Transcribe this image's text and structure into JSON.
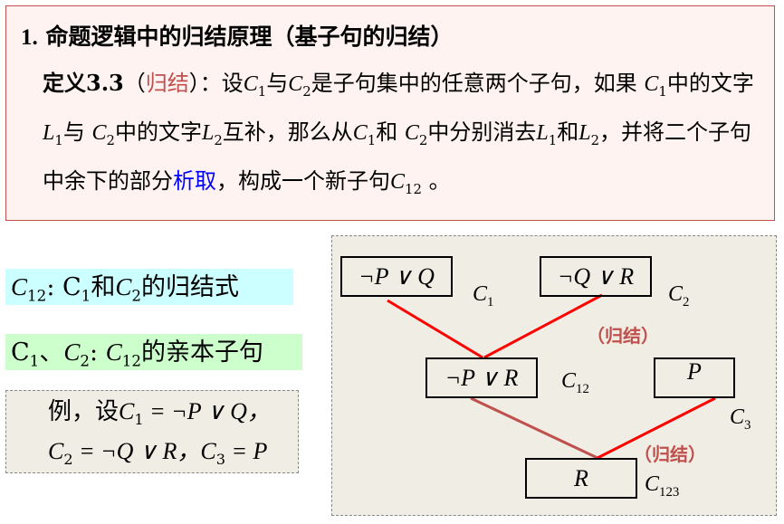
{
  "title": {
    "num": "1.",
    "text": "命题逻辑中的归结原理（基子句的归结）"
  },
  "definition": {
    "label": "定义3.3",
    "open_paren": "（",
    "resolution_word": "归结",
    "close": "）：设",
    "c1": "C",
    "c1_sub": "1",
    "t1": "与",
    "c2": "C",
    "c2_sub": "2",
    "t2": "是子句集中的任意两个子句，如果",
    "c1b": "C",
    "c1b_sub": "1",
    "t3": "中的文字",
    "l1": "L",
    "l1_sub": "1",
    "t4": "与",
    "c2b": "C",
    "c2b_sub": "2",
    "t5": "中的文字",
    "l2": "L",
    "l2_sub": "2",
    "t6": "互补，那么从",
    "c1c": "C",
    "c1c_sub": "1",
    "t7": "和",
    "c2c": "C",
    "c2c_sub": "2",
    "t8": "中分别消去",
    "l1b": "L",
    "l1b_sub": "1",
    "t9": "和",
    "l2b": "L",
    "l2b_sub": "2",
    "t10": "，并将二个子句中余下的部分",
    "extract": "析取",
    "t11": "，构成一个新子句",
    "c12": "C",
    "c12_sub": "12",
    "t12": "。"
  },
  "tags": {
    "resolvent": {
      "c": "C",
      "sub": "12",
      "rest1": ": C",
      "sub1": "1",
      "rest2": "和",
      "c2": "C",
      "sub2": "2",
      "rest3": "的归结式"
    },
    "parents": {
      "c1": "C",
      "sub1": "1",
      "sep": "、",
      "c2": "C",
      "sub2": "2",
      "colon": ": ",
      "c12": "C",
      "sub12": "12",
      "rest": "的亲本子句"
    }
  },
  "example": {
    "line1": {
      "pre": "例，设",
      "c": "C",
      "sub": "1",
      "expr": " = ¬P ∨ Q，"
    },
    "line2": {
      "c2": "C",
      "sub2": "2",
      "expr2": " = ¬Q ∨ R，",
      "c3": "C",
      "sub3": "3",
      "expr3": " = P"
    }
  },
  "tree": {
    "nodes": {
      "c1": "¬P ∨ Q",
      "c2": "¬Q ∨ R",
      "c12": "¬P ∨ R",
      "c3": "P",
      "c123": "R"
    },
    "labels": {
      "c1": {
        "c": "C",
        "sub": "1"
      },
      "c2": {
        "c": "C",
        "sub": "2"
      },
      "c12": {
        "c": "C",
        "sub": "12"
      },
      "c3": {
        "c": "C",
        "sub": "3"
      },
      "c123": {
        "c": "C",
        "sub": "123"
      }
    },
    "resolution_label_1": "（归结）",
    "resolution_label_2": "（归结）",
    "edge_colors": {
      "bright": "#ff0000",
      "muted": "#c0504d"
    }
  }
}
